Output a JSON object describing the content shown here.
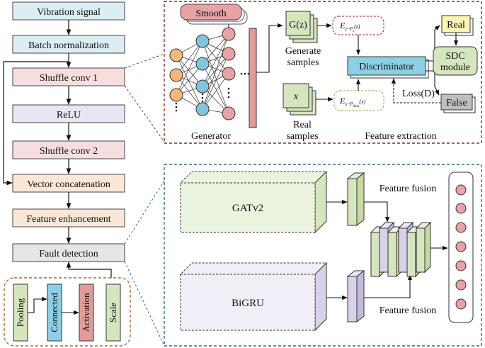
{
  "pipeline": {
    "steps": [
      "Vibration signal",
      "Batch normalization",
      "Shuffle conv 1",
      "ReLU",
      "Shuffle conv 2",
      "Vector concatenation",
      "Feature enhancement",
      "Fault detection"
    ]
  },
  "submodule": {
    "items": [
      "Pooling",
      "Connected",
      "Activation",
      "Scale"
    ]
  },
  "gan": {
    "smooth": "Smooth",
    "gz": "G(z)",
    "generate_samples_1": "Generate",
    "generate_samples_2": "samples",
    "x": "x",
    "real_samples_1": "Real",
    "real_samples_2": "samples",
    "generator": "Generator",
    "discriminator": "Discriminator",
    "real": "Real",
    "sdc_1": "SDC",
    "sdc_2": "module",
    "false": "False",
    "loss": "Loss(D)",
    "feature_extraction": "Feature extraction",
    "ez_main": "E",
    "ez_sub": "z~P",
    "ez_subsub": "z",
    "ez_tail": "(z)",
    "ex_main": "E",
    "ex_sub": "x~P",
    "ex_subsub": "data",
    "ex_tail": "(x)"
  },
  "fusion": {
    "gatv2": "GATv2",
    "bigru": "BiGRU",
    "fusion_top": "Feature fusion",
    "fusion_bottom": "Feature fusion"
  },
  "colors": {
    "pipeline_blue": "#dbeef4",
    "pipeline_pink": "#f7dede",
    "pipeline_lavender": "#e8e6f3",
    "pipeline_peach": "#fbe7d8",
    "pipeline_gray": "#e6e6e6",
    "brown_dash": "#8b2a1e",
    "teal_dash": "#2a6f84",
    "orange_dash": "#b5651d",
    "green": "#d5e6bf",
    "yellow": "#fdf4b6",
    "node_pink": "#e9a1a5",
    "node_blue": "#7ec5dd",
    "node_orange": "#f6b77a",
    "bar_pink": "#e39b98",
    "disc_blue": "#8dd0e6",
    "purple": "#d9d1ea",
    "gray_dark": "#bfbfbf"
  }
}
